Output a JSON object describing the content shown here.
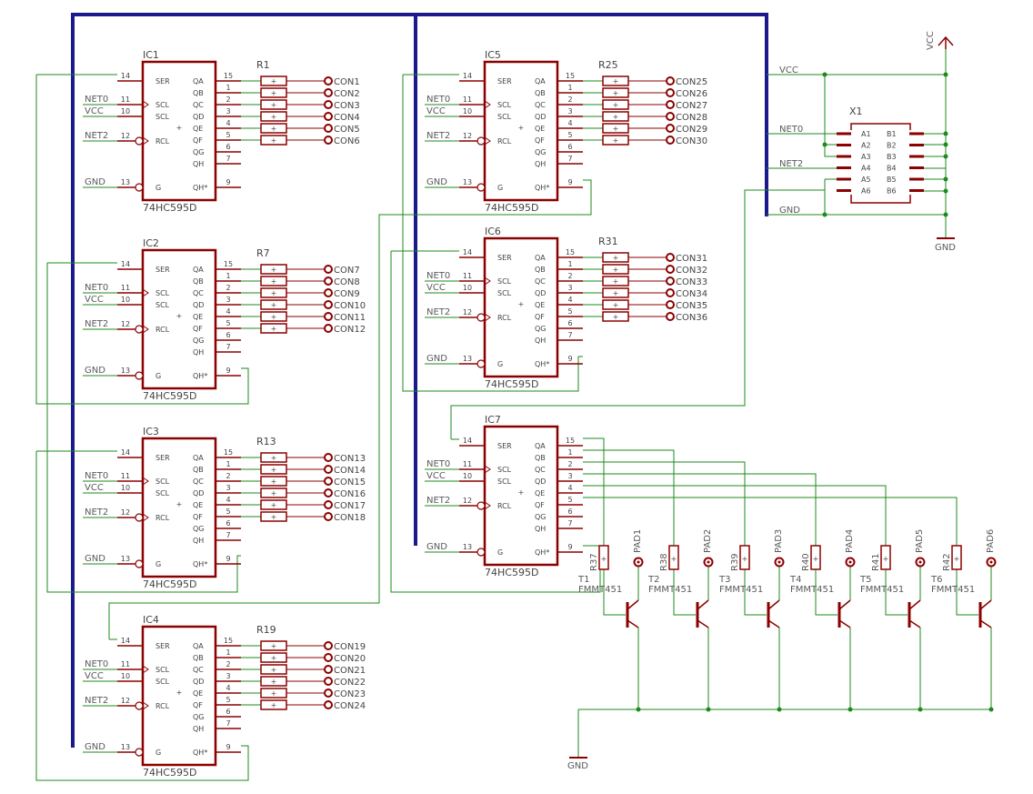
{
  "colors": {
    "wire": "#1d8a1d",
    "part": "#8b0000",
    "bus": "#1a1a8c",
    "text": "#555555"
  },
  "ics": [
    {
      "ref": "IC1",
      "part": "74HC595D"
    },
    {
      "ref": "IC2",
      "part": "74HC595D"
    },
    {
      "ref": "IC3",
      "part": "74HC595D"
    },
    {
      "ref": "IC4",
      "part": "74HC595D"
    },
    {
      "ref": "IC5",
      "part": "74HC595D"
    },
    {
      "ref": "IC6",
      "part": "74HC595D"
    },
    {
      "ref": "IC7",
      "part": "74HC595D"
    }
  ],
  "ic_pins": {
    "left_names": [
      "SER",
      "SCL",
      "SCL",
      "RCL",
      "G"
    ],
    "left_nums": [
      "14",
      "11",
      "10",
      "12",
      "13"
    ],
    "right_names": [
      "QA",
      "QB",
      "QC",
      "QD",
      "QE",
      "QF",
      "QG",
      "QH",
      "QH*"
    ],
    "right_nums": [
      "15",
      "1",
      "2",
      "3",
      "4",
      "5",
      "6",
      "7",
      "9"
    ]
  },
  "net_labels": {
    "net0": "NET0",
    "vcc": "VCC",
    "net2": "NET2",
    "gnd": "GND"
  },
  "resistor_refs": [
    "R1",
    "R7",
    "R13",
    "R19",
    "R25",
    "R31"
  ],
  "connectors": [
    [
      "CON1",
      "CON2",
      "CON3",
      "CON4",
      "CON5",
      "CON6"
    ],
    [
      "CON7",
      "CON8",
      "CON9",
      "CON10",
      "CON11",
      "CON12"
    ],
    [
      "CON13",
      "CON14",
      "CON15",
      "CON16",
      "CON17",
      "CON18"
    ],
    [
      "CON19",
      "CON20",
      "CON21",
      "CON22",
      "CON23",
      "CON24"
    ],
    [
      "CON25",
      "CON26",
      "CON27",
      "CON28",
      "CON29",
      "CON30"
    ],
    [
      "CON31",
      "CON32",
      "CON33",
      "CON34",
      "CON35",
      "CON36"
    ]
  ],
  "transistors": [
    {
      "ref": "T1",
      "part": "FMMT451",
      "r": "R37",
      "pad": "PAD1"
    },
    {
      "ref": "T2",
      "part": "FMMT451",
      "r": "R38",
      "pad": "PAD2"
    },
    {
      "ref": "T3",
      "part": "FMMT451",
      "r": "R39",
      "pad": "PAD3"
    },
    {
      "ref": "T4",
      "part": "FMMT451",
      "r": "R40",
      "pad": "PAD4"
    },
    {
      "ref": "T5",
      "part": "FMMT451",
      "r": "R41",
      "pad": "PAD5"
    },
    {
      "ref": "T6",
      "part": "FMMT451",
      "r": "R42",
      "pad": "PAD6"
    }
  ],
  "x1": {
    "ref": "X1",
    "a_pins": [
      "A1",
      "A2",
      "A3",
      "A4",
      "A5",
      "A6"
    ],
    "b_pins": [
      "B1",
      "B2",
      "B3",
      "B4",
      "B5",
      "B6"
    ]
  },
  "power": {
    "vcc": "VCC",
    "gnd": "GND",
    "gnd_bottom": "GND"
  }
}
